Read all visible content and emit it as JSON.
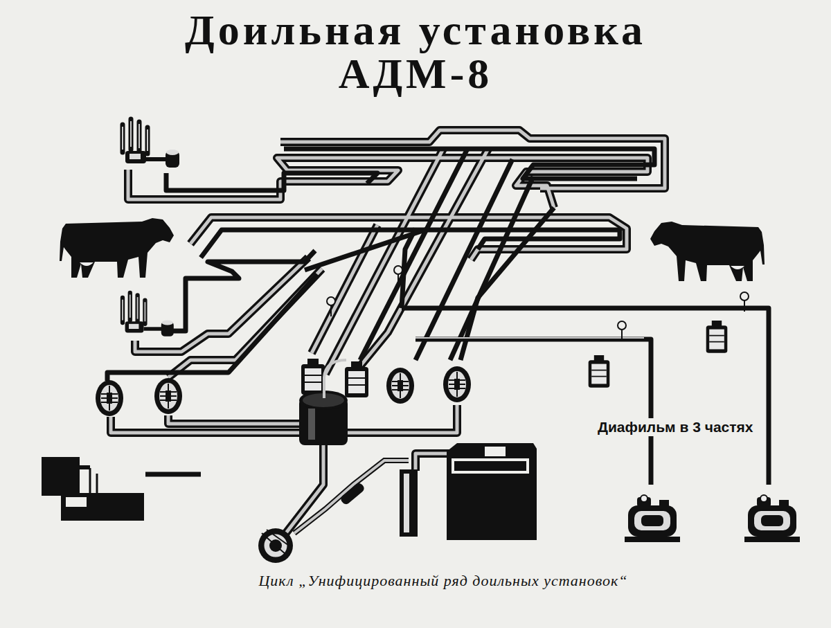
{
  "diagram": {
    "title": "Доильная установка АДМ-8",
    "caption": "Цикл „Унифицированный ряд доильных установок“",
    "labels": [
      "Диафильм в 3 частях"
    ]
  }
}
